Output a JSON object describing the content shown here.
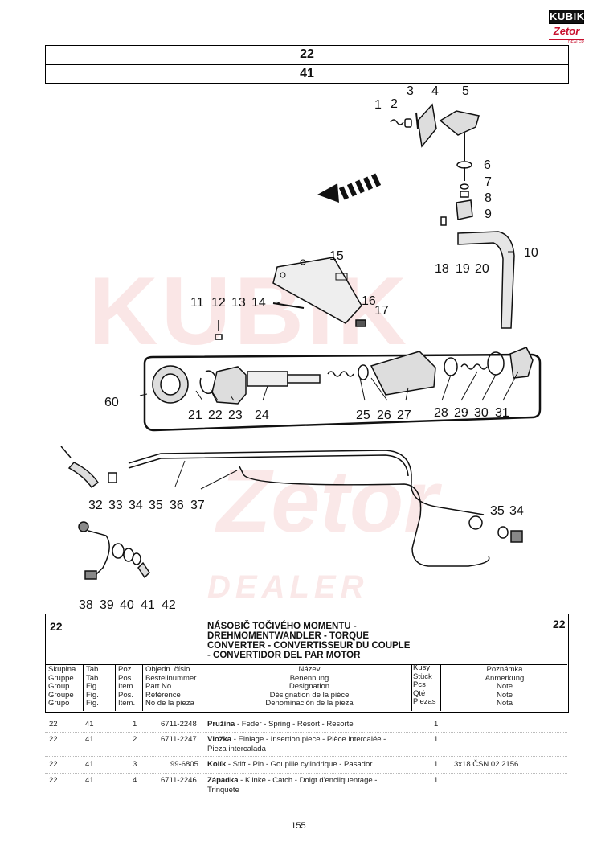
{
  "logo": {
    "brand": "KUBIK",
    "sub": "Zetor",
    "tag": "DEALER"
  },
  "header": {
    "group": "22",
    "table": "41"
  },
  "watermark": {
    "main": "KUBIK",
    "brand": "Zetor",
    "dealer": "DEALER"
  },
  "callouts": [
    "1",
    "2",
    "3",
    "4",
    "5",
    "6",
    "7",
    "8",
    "9",
    "10",
    "11",
    "12",
    "13",
    "14",
    "15",
    "16",
    "17",
    "18",
    "19",
    "20",
    "21",
    "22",
    "23",
    "24",
    "25",
    "26",
    "27",
    "28",
    "29",
    "30",
    "31",
    "32",
    "33",
    "34",
    "35",
    "36",
    "37",
    "60",
    "35",
    "34",
    "38",
    "39",
    "40",
    "41",
    "42"
  ],
  "parts_header": {
    "group_left": "22",
    "group_right": "22",
    "title_lines": [
      "NÁSOBIČ TOČIVÉHO MOMENTU -",
      "DREHMOMENTWANDLER - TORQUE",
      "CONVERTER - CONVERTISSEUR DU COUPLE",
      "- CONVERTIDOR DEL PAR MOTOR"
    ],
    "col_group": [
      "Skupina",
      "Gruppe",
      "Group",
      "Groupe",
      "Grupo"
    ],
    "col_table": [
      "Tab.",
      "Tab.",
      "Fig.",
      "Fig.",
      "Fig."
    ],
    "col_pos": [
      "Poz",
      "Pos.",
      "Item.",
      "Pos.",
      "Item."
    ],
    "col_partno": [
      "Objedn. číslo",
      "Bestellnummer",
      "Part No.",
      "Référence",
      "No de la pieza"
    ],
    "col_name": [
      "Název",
      "Benennung",
      "Designation",
      "Désignation de la piéce",
      "Denominación de la pieza"
    ],
    "col_qty": [
      "Kusy",
      "Stück",
      "Pcs",
      "Qté",
      "Piezas"
    ],
    "col_note": [
      "Poznámka",
      "Anmerkung",
      "Note",
      "Note",
      "Nota"
    ]
  },
  "rows": [
    {
      "group": "22",
      "table": "41",
      "pos": "1",
      "partno": "6711-2248",
      "name_bold": "Pružina",
      "name": " - Feder - Spring - Resort - Resorte",
      "name2": "",
      "qty": "1",
      "note": ""
    },
    {
      "group": "22",
      "table": "41",
      "pos": "2",
      "partno": "6711-2247",
      "name_bold": "Vložka",
      "name": " - Einlage - Insertion piece  - Pièce intercalée -",
      "name2": "Pieza intercalada",
      "qty": "1",
      "note": ""
    },
    {
      "group": "22",
      "table": "41",
      "pos": "3",
      "partno": "99-6805",
      "name_bold": "Kolík",
      "name": " - Stift - Pin - Goupille cylindrique - Pasador",
      "name2": "",
      "qty": "1",
      "note": "3x18 ČSN 02 2156"
    },
    {
      "group": "22",
      "table": "41",
      "pos": "4",
      "partno": "6711-2246",
      "name_bold": "Západka",
      "name": " - Klinke - Catch - Doigt d'encliquentage -",
      "name2": "Trinquete",
      "qty": "1",
      "note": ""
    }
  ],
  "page_number": "155"
}
